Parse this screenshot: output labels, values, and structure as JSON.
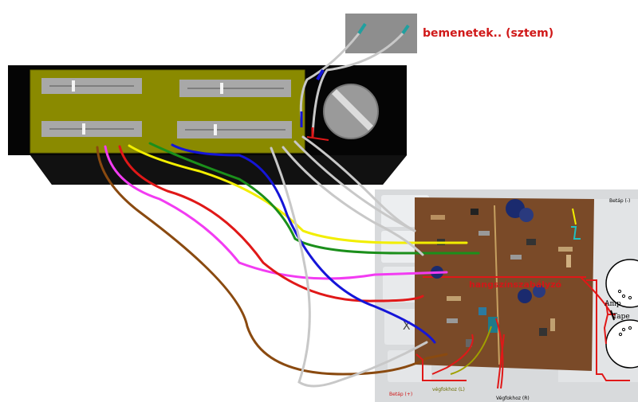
{
  "labels": {
    "inputs": "bemenetek.. (sztem)",
    "beta_plus": "Betáp (+)",
    "beta_minus": "Betáp (-)",
    "vegfok_l": "végfokhoz (L)",
    "vegfok_r": "Végfokhoz (R)",
    "amp": "Amp",
    "tape": "Tape",
    "hidden_label": "hangszínszabályzó"
  },
  "colors": {
    "red": "#e01818",
    "yellow": "#f2ee00",
    "green": "#1b8f1b",
    "blue": "#1515d8",
    "magenta": "#f23cf2",
    "brown": "#8a4a10",
    "gray": "#c8c8c8",
    "panel": "#8a8a00",
    "board": "#7a4a28"
  },
  "wire_names": [
    "brown",
    "magenta",
    "red",
    "yellow",
    "green",
    "blue",
    "gray"
  ]
}
